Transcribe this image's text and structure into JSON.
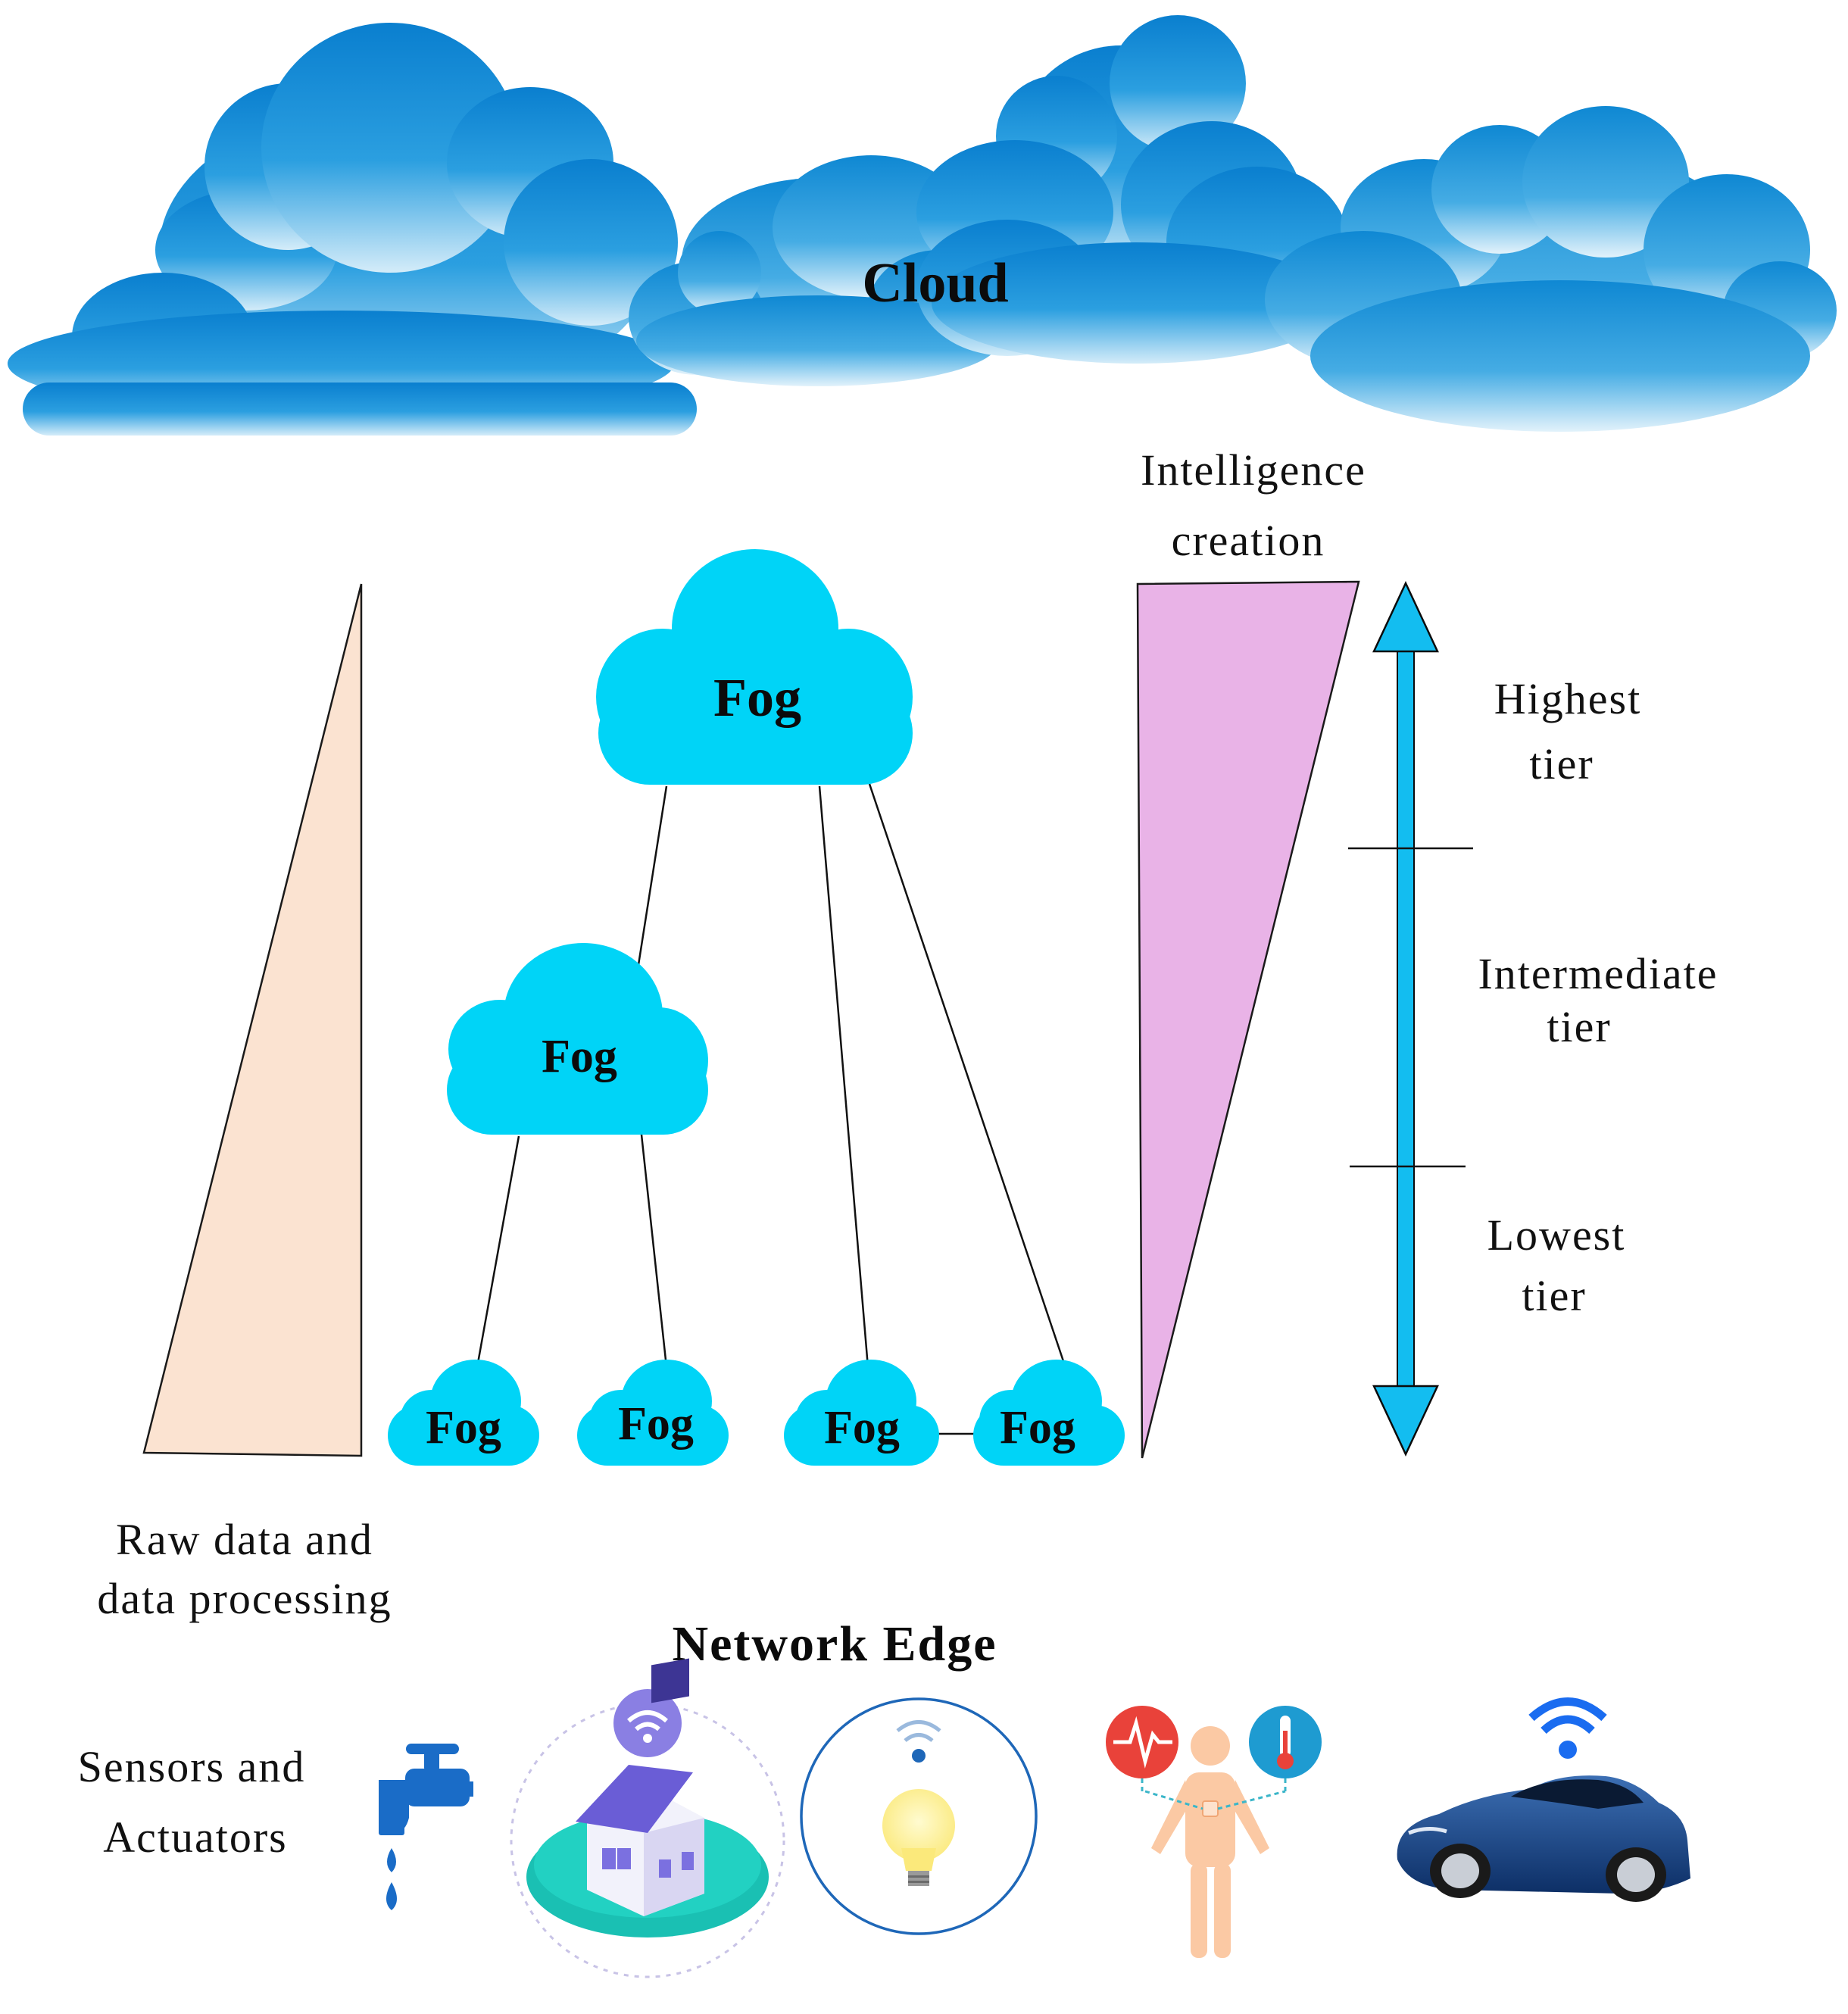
{
  "cloud": {
    "label": "Cloud"
  },
  "fog": {
    "top": "Fog",
    "mid": "Fog",
    "leaf1": "Fog",
    "leaf2": "Fog",
    "leaf3": "Fog",
    "leaf4": "Fog"
  },
  "left_triangle": {
    "caption_line1": "Raw data and",
    "caption_line2": "data processing"
  },
  "right_triangle": {
    "caption_line1": "Intelligence",
    "caption_line2": "creation"
  },
  "tiers": {
    "highest_line1": "Highest",
    "highest_line2": "tier",
    "intermediate_line1": "Intermediate",
    "intermediate_line2": "tier",
    "lowest_line1": "Lowest",
    "lowest_line2": "tier"
  },
  "edge": {
    "title": "Network Edge",
    "sensors_line1": "Sensors and",
    "sensors_line2": "Actuators"
  },
  "devices": [
    "water-tap",
    "smart-home",
    "smart-bulb",
    "health-wearable",
    "connected-car"
  ],
  "colors": {
    "cloud_top": "#0a7fcf",
    "cloud_bottom": "#cdeaf8",
    "fog": "#00d4f7",
    "raw_triangle": "#fbe3d1",
    "intel_triangle": "#e9b3e7",
    "tier_arrow": "#13bdf0"
  }
}
